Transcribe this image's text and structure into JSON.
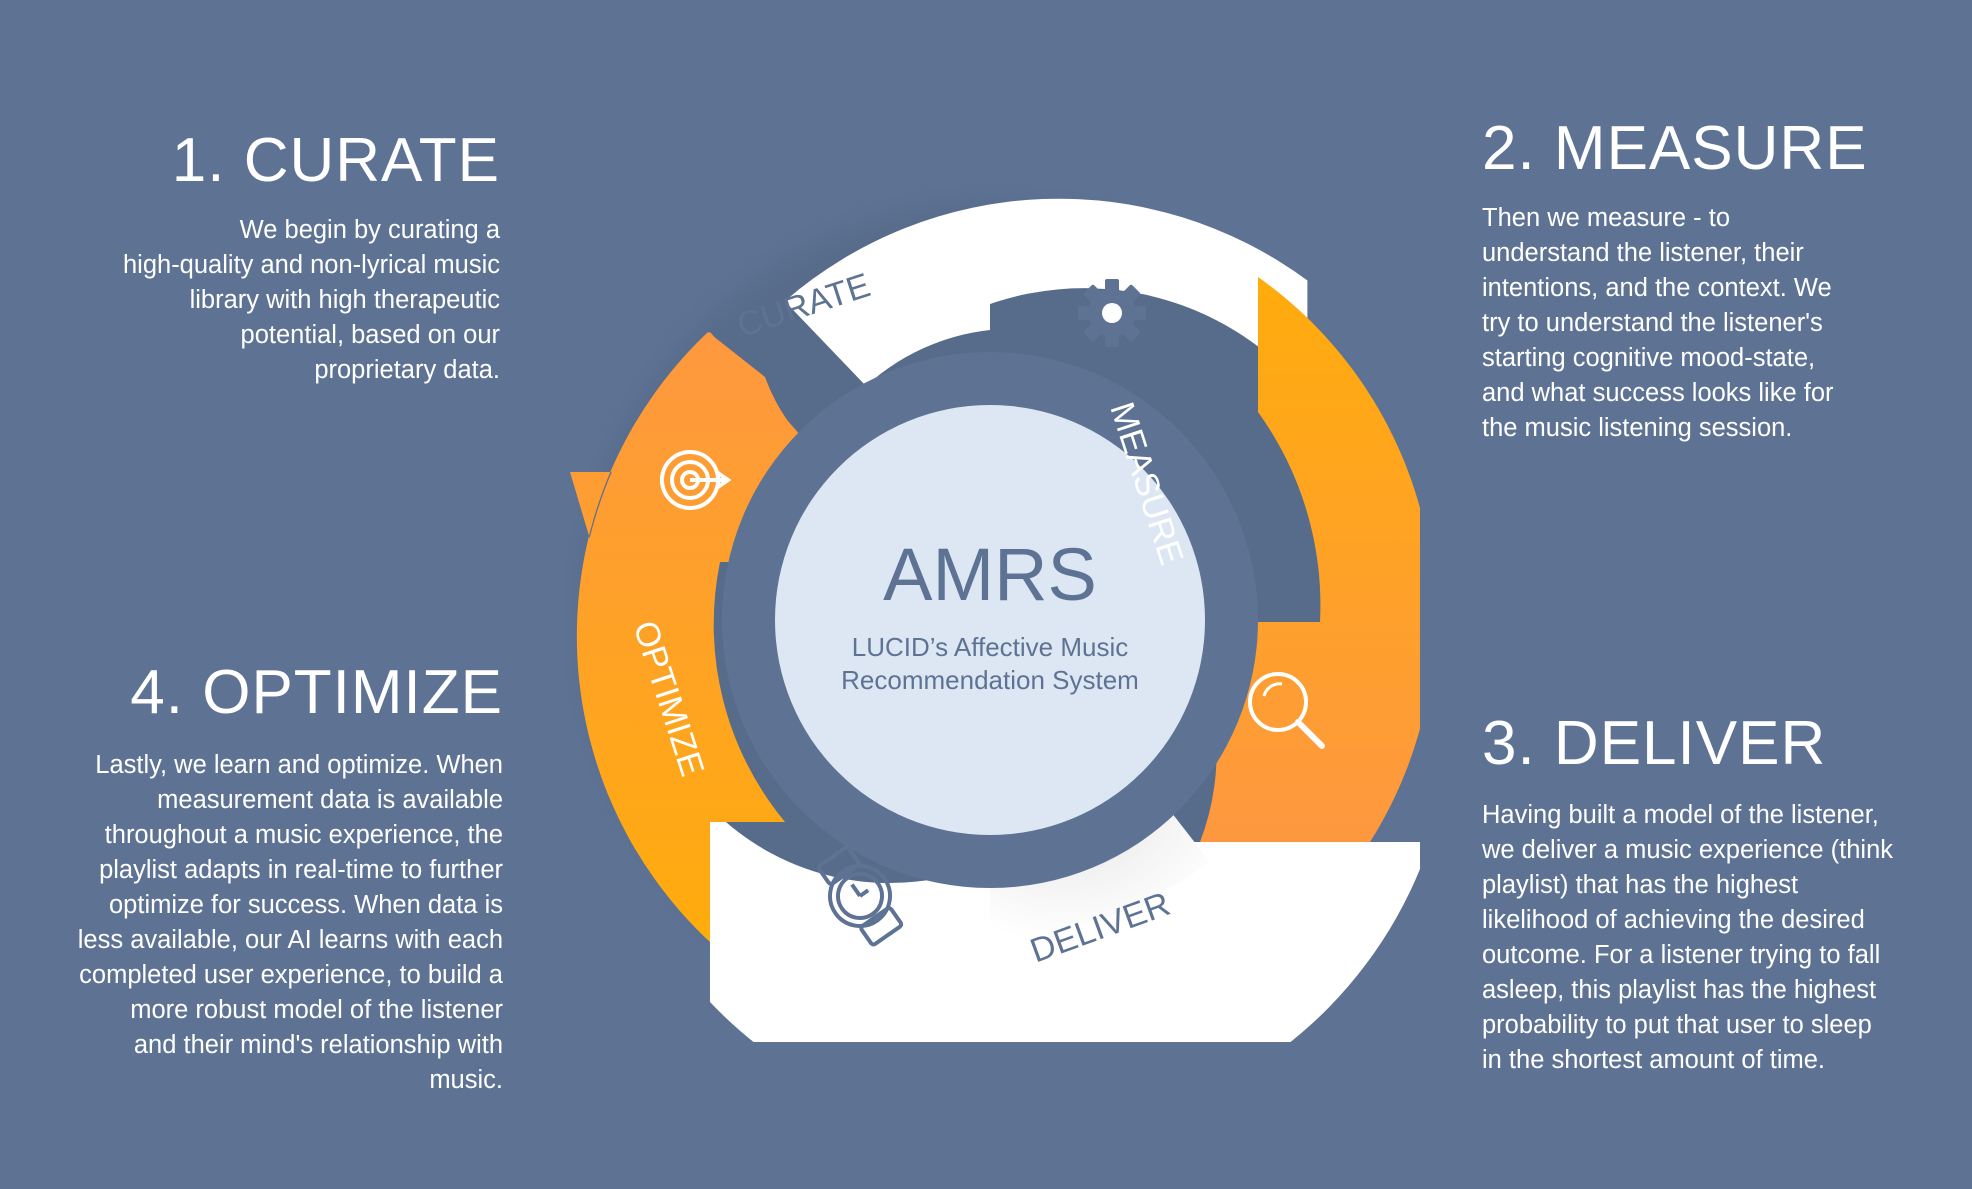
{
  "steps": [
    {
      "title": "1. CURATE",
      "lines": [
        "We begin by curating a",
        "high-quality and non-lyrical music",
        "library with high therapeutic",
        "potential, based on our",
        "proprietary data."
      ]
    },
    {
      "title": "2. MEASURE",
      "lines": [
        "Then we measure - to",
        "understand the listener, their",
        "intentions, and the context. We",
        "try to understand the listener's",
        "starting cognitive mood-state,",
        "and what success looks like for",
        "the music listening session."
      ]
    },
    {
      "title": "3. DELIVER",
      "lines": [
        "Having built a model of the listener,",
        "we deliver a music experience (think",
        "playlist) that has the highest",
        "likelihood of achieving the desired",
        "outcome. For a listener trying to fall",
        "asleep, this playlist has the highest",
        "probability to put that user to sleep",
        "in the shortest amount of time."
      ]
    },
    {
      "title": "4. OPTIMIZE",
      "lines": [
        "Lastly, we learn and optimize. When",
        "measurement data is available",
        "throughout a music experience, the",
        "playlist adapts in real-time to further",
        "optimize for success. When data is",
        "less available, our AI learns with each",
        "completed user experience, to build a",
        "more robust model of the listener",
        "and their mind's relationship with",
        "music."
      ]
    }
  ],
  "cycle": {
    "segment_labels": {
      "curate": "CURATE",
      "measure": "MEASURE",
      "deliver": "DELIVER",
      "optimize": "OPTIMIZE"
    },
    "icons": {
      "curate": "gear-icon",
      "measure": "magnifier-icon",
      "deliver": "watch-icon",
      "optimize": "target-icon"
    },
    "center": {
      "title": "AMRS",
      "subtitle_line1": "LUCID’s Affective Music",
      "subtitle_line2": "Recommendation System"
    }
  },
  "colors": {
    "background": "#5e7394",
    "orange_dark": "#fe9840",
    "orange_light": "#ffac0c",
    "white_segment": "#ffffff",
    "label_color": "#5e7394",
    "center_fill": "#dde7f3"
  }
}
